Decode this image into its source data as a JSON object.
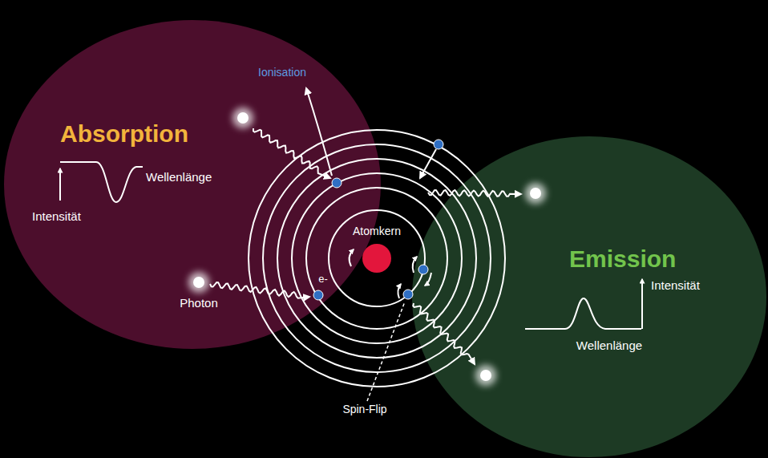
{
  "diagram": {
    "nodes": [
      {
        "text": [
          "Absorption",
          "Wellenlänge",
          "Intensität"
        ]
      },
      {
        "text": [
          "Emission",
          "Intensität",
          "Wellenlänge"
        ]
      }
    ],
    "labels": [
      "Ionisation",
      "Atomkern",
      "e-",
      "Photon",
      "Spin-Flip"
    ]
  }
}
